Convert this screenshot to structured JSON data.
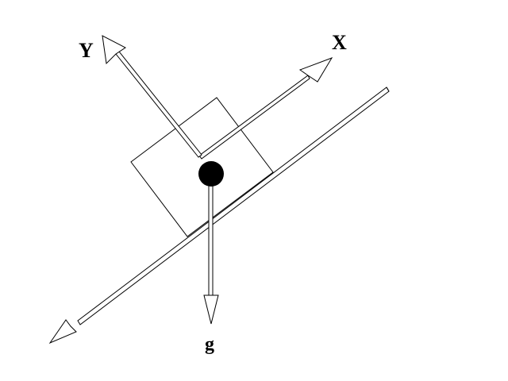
{
  "labels": {
    "x_axis": "X",
    "y_axis": "Y",
    "gravity": "g"
  },
  "colors": {
    "line": "#000000",
    "background": "#ffffff",
    "mass": "#000000"
  }
}
